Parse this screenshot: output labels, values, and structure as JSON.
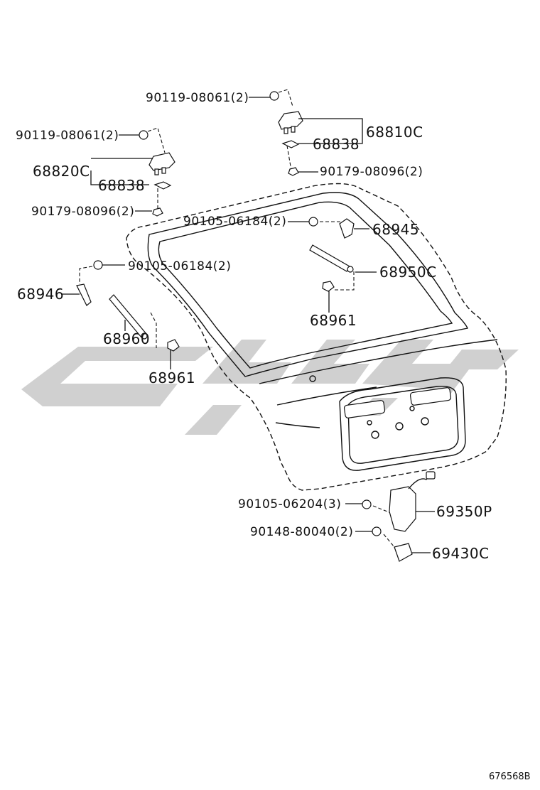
{
  "labels": {
    "hinge_bolt_right": "90119-08061(2)",
    "hinge_bolt_left": "90119-08061(2)",
    "hinge_right": "68810C",
    "hinge_left": "68820C",
    "plate_right": "68838",
    "plate_left": "68838",
    "nut_right": "90179-08096(2)",
    "nut_left": "90179-08096(2)",
    "stud_bolt_right": "90105-06184(2)",
    "stud_bolt_left": "90105-06184(2)",
    "bracket_right": "68945",
    "bracket_left": "68946",
    "damper_right": "68950C",
    "damper_left": "68960",
    "ball_joint_right": "68961",
    "ball_joint_left": "68961",
    "lock_bolt": "90105-06204(3)",
    "lock_assy": "69350P",
    "striker_bolt": "90148-80040(2)",
    "striker": "69430C"
  },
  "figure_code": "676568B",
  "watermark_color": "#d0d0d0"
}
